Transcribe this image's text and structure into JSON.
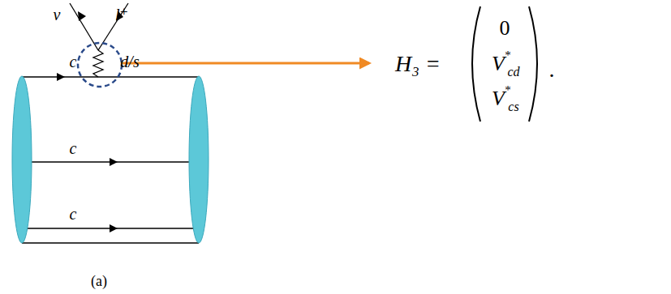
{
  "diagram": {
    "labels": [
      "ν",
      "l⁺",
      "c",
      "d/s",
      "c",
      "c",
      "(a)",
      "H₃ =",
      "0",
      "V",
      "*",
      "cd",
      "V",
      "*",
      "cs",
      "."
    ]
  }
}
